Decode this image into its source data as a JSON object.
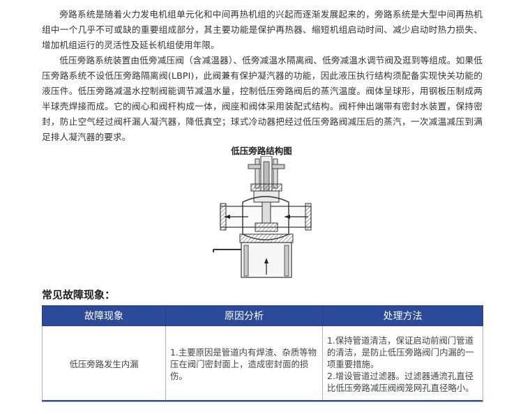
{
  "paragraphs": [
    "旁路系统是随着火力发电机组单元化和中间再热机组的兴起而逐渐发展起来的，旁路系统是大型中间再热机组中一个几乎不可或缺的重要组成部分，其主要功能是保护再热器、缩短机组启动时间、减少启动时热力损失、增加机组运行的灵活性及延长机组使用年限。",
    "低压旁路系统装置由低旁减压阀（含减温器）、低旁减温水隔离阀、低旁减温水调节阀及逛到等组成。如果低压旁路系统不设低压旁路隔离阀(LBPI)，此阀兼有保护凝汽器的功能，因此液压执行结构须配备实现快关功能的液压件。低压旁路减温水控制阀能调节减温水量，控制低压旁路阀后的蒸汽温度。阀体呈球形，用钢板压制成两半球壳焊接而成。它的阀心和阀杆构成一体，阀座和阀体采用装配式结构。阀杆伸出端带有密封水装置，保持密封，防止空气经过阀杆漏人凝汽器，降低真空；球式冷动器把经过低压旁路阀减压后的蒸汽，一次减温减压到满足排人凝汽器的要求。"
  ],
  "figure": {
    "title": "低压旁路结构图",
    "icon": "valve-cross-section-diagram"
  },
  "section_title": "常见故障现象：",
  "table": {
    "headers": [
      "故障现象",
      "原因分析",
      "处理方法"
    ],
    "rows": [
      {
        "fault": "低压旁路发生内漏",
        "cause": "1.主要原因是管道内有焊渣、杂质等物压在阀门密封面上，造成密封面的损伤。",
        "solutions": [
          "1.保持管道清洁，保证启动前阀门管道的清洁，是防止低压旁路阀门内漏的一项重要措施。",
          "2.增设管道过滤器。过滤器通流孔直径比低压旁路减压阀阀笼网孔直径略小。"
        ]
      }
    ]
  },
  "colors": {
    "header_bg": "#2c4a9a",
    "header_text": "#ffffff",
    "border": "#a9b4c8"
  }
}
